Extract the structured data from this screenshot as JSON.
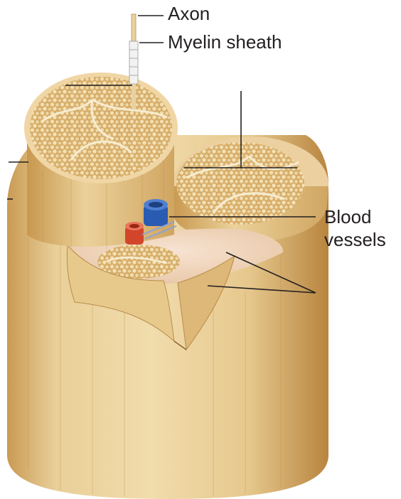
{
  "labels": {
    "axon": "Axon",
    "myelin_sheath": "Myelin sheath",
    "blood_vessels_line1": "Blood",
    "blood_vessels_line2": "vessels"
  },
  "colors": {
    "tissue_light": "#f0d9a5",
    "tissue_mid": "#e3c284",
    "tissue_dark": "#c89c55",
    "tissue_shadow": "#a9783a",
    "fascicle_face": "#dcb676",
    "axon_dots": "#f4dfb0",
    "perineurium_line": "#f7ecd0",
    "inner_membrane": "#f2d7c2",
    "vein_blue": "#2a5bb3",
    "artery_red": "#d2452b",
    "text": "#231f20"
  }
}
